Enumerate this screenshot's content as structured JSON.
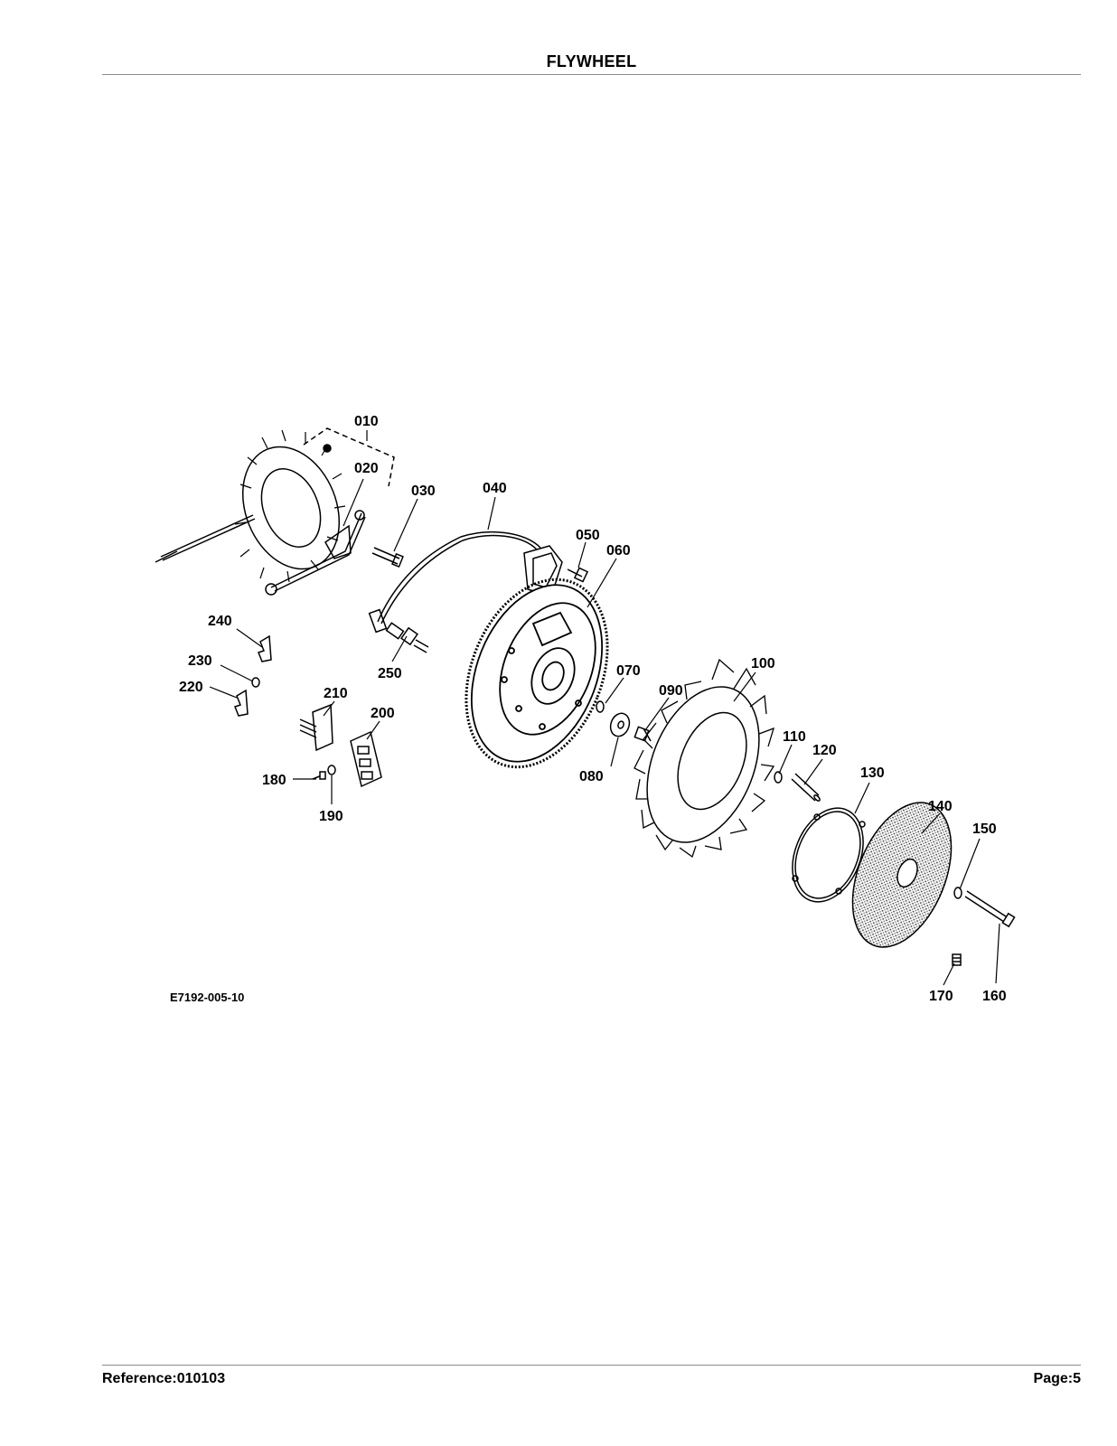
{
  "header": {
    "title": "FLYWHEEL"
  },
  "footer": {
    "reference": "Reference:010103",
    "page": "Page:5"
  },
  "diagram": {
    "drawing_number": "E7192-005-10",
    "callouts": [
      "010",
      "020",
      "030",
      "040",
      "050",
      "060",
      "070",
      "080",
      "090",
      "100",
      "110",
      "120",
      "130",
      "140",
      "150",
      "160",
      "170",
      "180",
      "190",
      "200",
      "210",
      "220",
      "230",
      "240",
      "250"
    ]
  }
}
